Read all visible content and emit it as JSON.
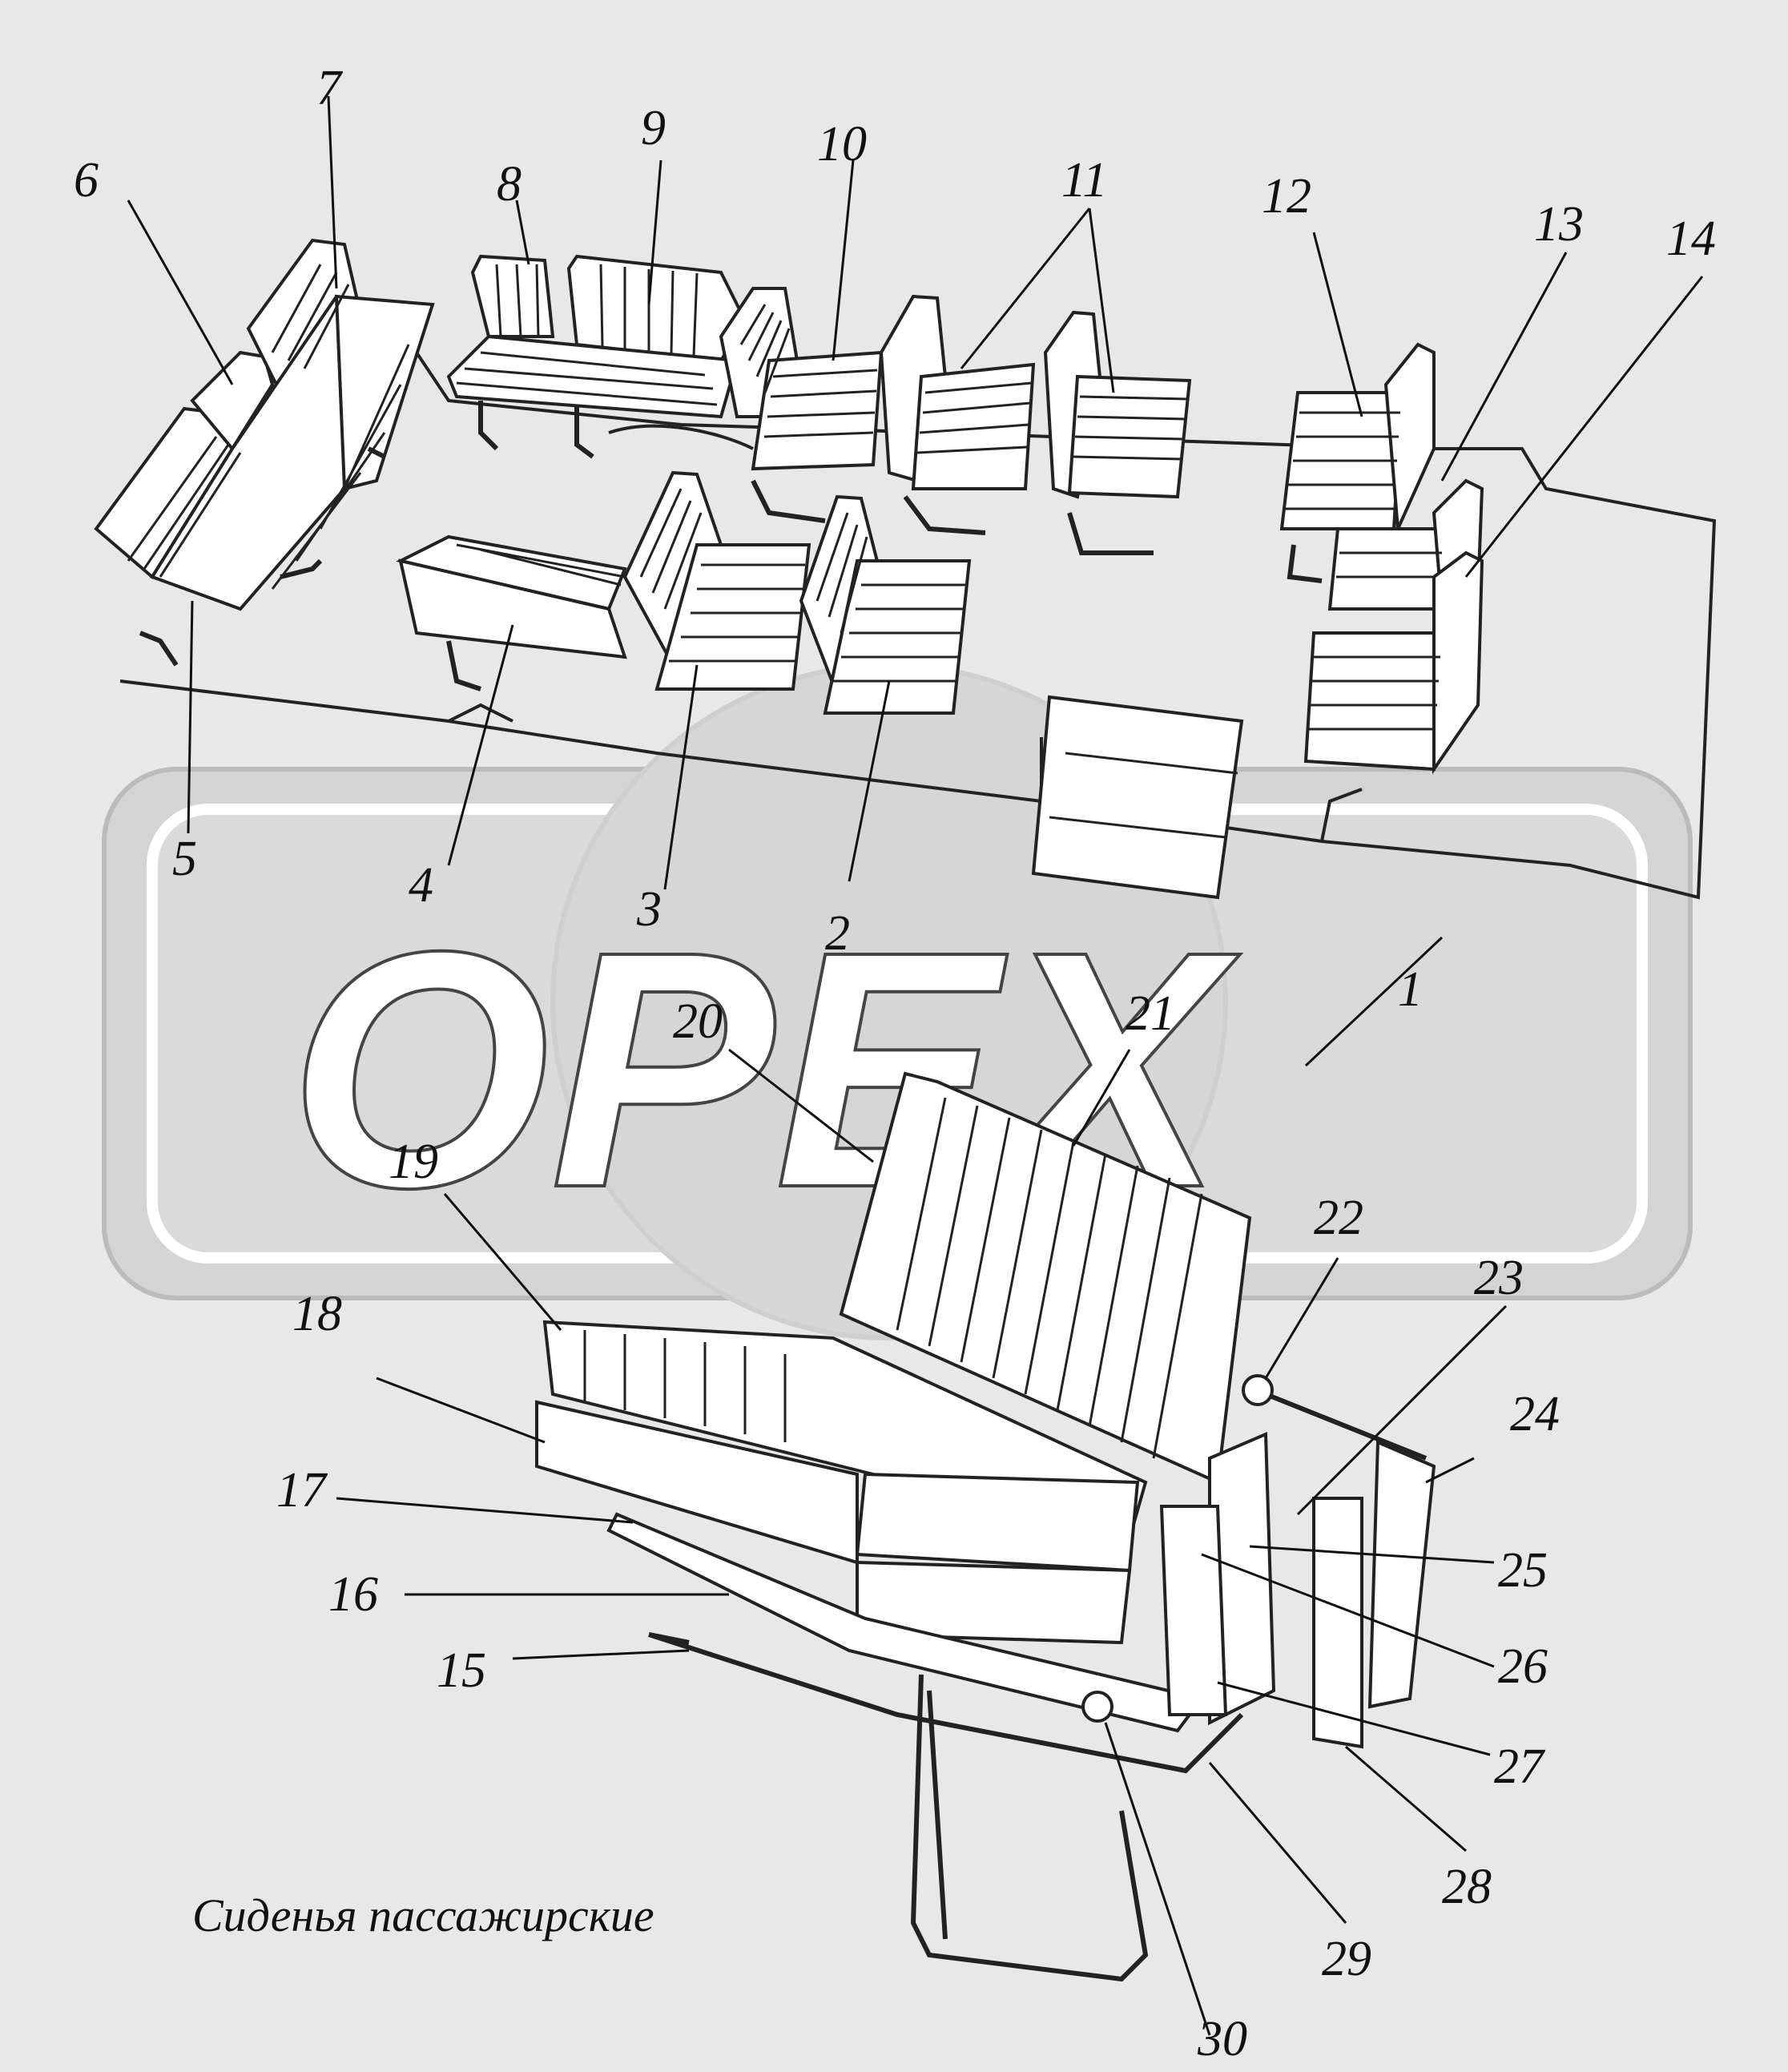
{
  "watermark": {
    "text": "OPEX"
  },
  "caption": "Сиденья пассажирские",
  "colors": {
    "background": "#e8e8e8",
    "line": "#222222",
    "watermark_fill": "#ffffff",
    "watermark_band": "#d4d4d4"
  },
  "callouts": [
    "1",
    "2",
    "3",
    "4",
    "5",
    "6",
    "7",
    "8",
    "9",
    "10",
    "11",
    "12",
    "13",
    "14",
    "15",
    "16",
    "17",
    "18",
    "19",
    "20",
    "21",
    "22",
    "23",
    "24",
    "25",
    "26",
    "27",
    "28",
    "29",
    "30"
  ]
}
